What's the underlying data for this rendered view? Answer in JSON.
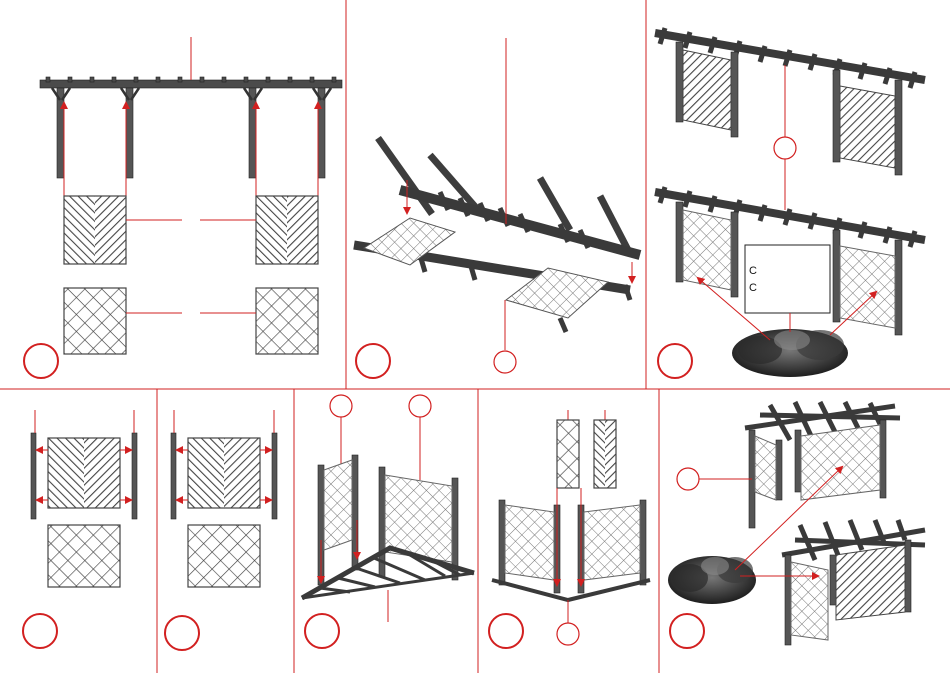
{
  "sheet": {
    "accent_color": "#d22020",
    "wood_color": "#4b4b4b",
    "background": "#ffffff"
  },
  "steps": [
    {
      "id": "step-1",
      "panel_types": [
        "diagonal",
        "lattice"
      ]
    },
    {
      "id": "step-2",
      "panel_types": [
        "lattice"
      ]
    },
    {
      "id": "step-3",
      "panel_types": [
        "diagonal",
        "lattice"
      ]
    },
    {
      "id": "step-4",
      "panel_types": [
        "diagonal",
        "lattice"
      ]
    },
    {
      "id": "step-5",
      "panel_types": [
        "diagonal",
        "lattice"
      ]
    },
    {
      "id": "step-6",
      "panel_types": [
        "lattice"
      ]
    },
    {
      "id": "step-7",
      "panel_types": [
        "lattice",
        "diagonal"
      ]
    },
    {
      "id": "step-8",
      "panel_types": [
        "lattice",
        "diagonal"
      ]
    }
  ],
  "label_box": {
    "lines": [
      "C",
      "C"
    ]
  }
}
